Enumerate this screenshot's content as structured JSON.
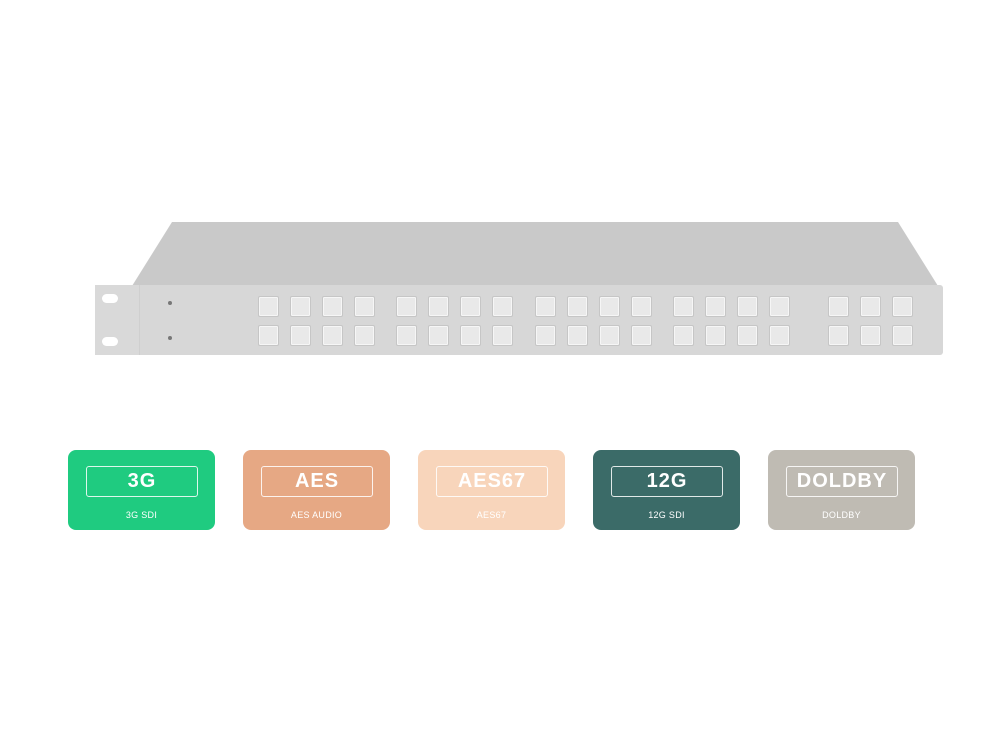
{
  "badges": [
    {
      "label": "3G",
      "caption": "3G SDI",
      "color": "#1fcb80"
    },
    {
      "label": "AES",
      "caption": "AES AUDIO",
      "color": "#e6a884"
    },
    {
      "label": "AES67",
      "caption": "AES67",
      "color": "#f8d5bb"
    },
    {
      "label": "12G",
      "caption": "12G SDI",
      "color": "#3b6b68"
    },
    {
      "label": "DOLDBY",
      "caption": "DOLDBY",
      "color": "#bfbbb3"
    }
  ],
  "device": {
    "body_color": "#d7d7d7",
    "top_color": "#c9c9c9"
  }
}
